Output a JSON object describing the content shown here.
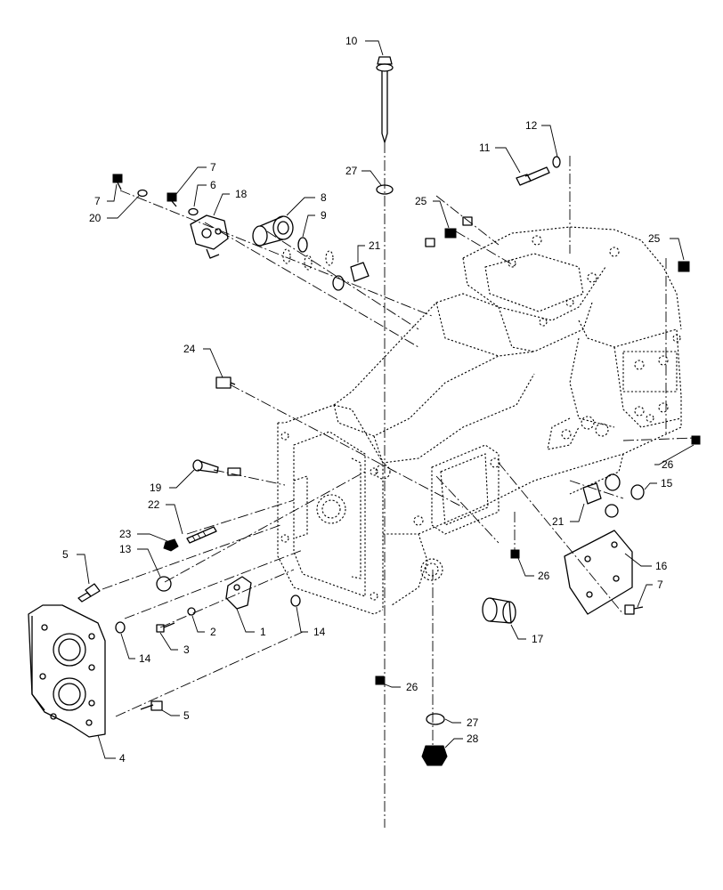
{
  "callouts": {
    "c1": "1",
    "c2": "2",
    "c3": "3",
    "c4": "4",
    "c5a": "5",
    "c5b": "5",
    "c6": "6",
    "c7a": "7",
    "c7b": "7",
    "c7c": "7",
    "c8": "8",
    "c9": "9",
    "c10": "10",
    "c11": "11",
    "c12": "12",
    "c13": "13",
    "c14a": "14",
    "c14b": "14",
    "c15": "15",
    "c16": "16",
    "c17": "17",
    "c18": "18",
    "c19": "19",
    "c20": "20",
    "c21a": "21",
    "c21b": "21",
    "c22": "22",
    "c23": "23",
    "c24": "24",
    "c25a": "25",
    "c25b": "25",
    "c26a": "26",
    "c26b": "26",
    "c26c": "26",
    "c27a": "27",
    "c27b": "27",
    "c28": "28"
  }
}
